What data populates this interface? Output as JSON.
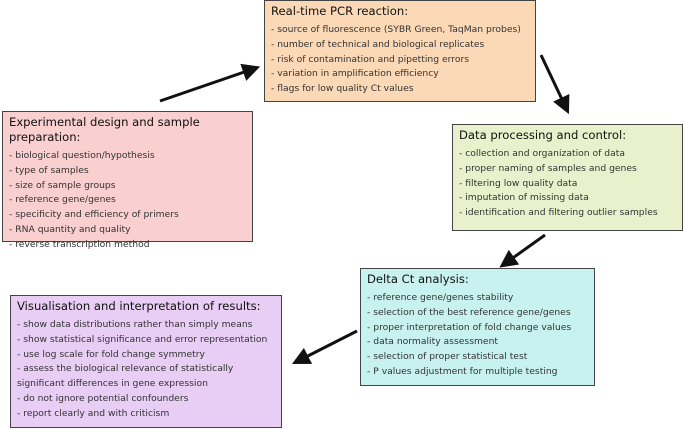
{
  "boxes": {
    "pcr": {
      "title": "Real-time PCR reaction:",
      "items": [
        "- source of fluorescence (SYBR Green, TaqMan probes)",
        "- number of technical and biological replicates",
        "- risk of contamination and pipetting errors",
        "- variation in amplification efficiency",
        "- flags for low quality Ct values"
      ]
    },
    "design": {
      "title": "Experimental design and sample preparation:",
      "items": [
        "- biological question/hypothesis",
        "- type of samples",
        "- size of sample groups",
        "- reference gene/genes",
        "- specificity and efficiency of primers",
        "- RNA quantity and quality",
        "- reverse transcription method"
      ]
    },
    "data": {
      "title": "Data processing and control:",
      "items": [
        "- collection and organization of data",
        "- proper naming of samples and genes",
        "- filtering low quality data",
        "- imputation of missing data",
        "- identification and filtering outlier samples"
      ]
    },
    "delta": {
      "title": "Delta Ct analysis:",
      "items": [
        "- reference gene/genes stability",
        "- selection of the best reference gene/genes",
        "- proper interpretation of fold change values",
        "- data normality assessment",
        "- selection of proper statistical test",
        "- P values adjustment for multiple testing"
      ]
    },
    "visual": {
      "title": "Visualisation and interpretation of results:",
      "items": [
        "- show data distributions rather than simply means",
        "- show statistical significance and error representation",
        "- use log scale for fold change symmetry",
        "- assess the biological relevance of statistically significant differences in gene expression",
        "- do not ignore potential confounders",
        "- report clearly and with criticism"
      ]
    }
  },
  "colors": {
    "pcr": "#fcd9b6",
    "design": "#f9cfcf",
    "data": "#e8f1cc",
    "delta": "#c8f2ef",
    "visual": "#e8cdf4",
    "arrow": "#111111"
  }
}
